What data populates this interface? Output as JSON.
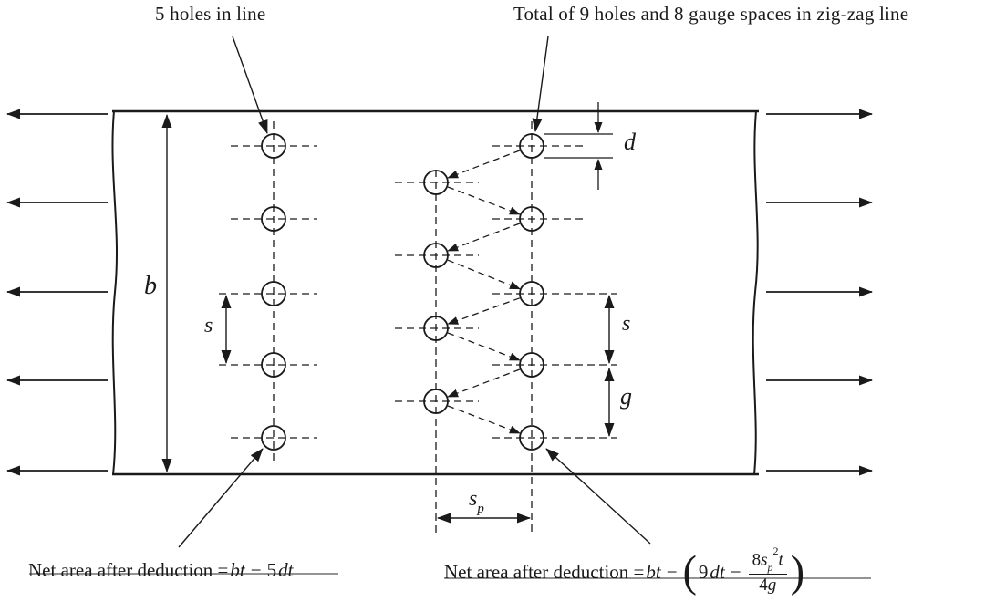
{
  "annotations": {
    "left_title": "5 holes in line",
    "right_title": "Total of 9 holes and 8 gauge spaces in zig-zag line"
  },
  "dimensions": {
    "b": "b",
    "s_left": "s",
    "d": "d",
    "s_right": "s",
    "g": "g",
    "sp_main": "s",
    "sp_sub": "p"
  },
  "formulas": {
    "left": {
      "label": "Net area after deduction = ",
      "bt": "bt",
      "minus": "−",
      "coef": "5",
      "dt": "dt"
    },
    "right": {
      "label": "Net area after deduction = ",
      "bt": "bt",
      "minus": "−",
      "open_paren": "(",
      "coef": "9",
      "dt": "dt",
      "minus2": "−",
      "frac": {
        "num_coef": "8",
        "num_s": "s",
        "num_sub": "p",
        "num_sup": "2",
        "num_t": "t",
        "den_coef": "4",
        "den_g": "g"
      },
      "close_paren": ")"
    }
  }
}
